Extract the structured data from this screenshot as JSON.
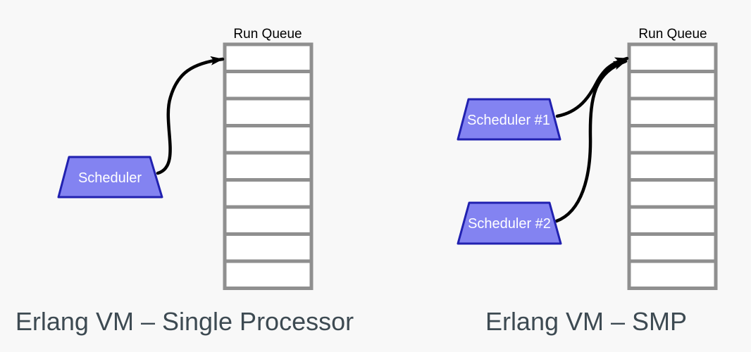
{
  "panels": [
    {
      "caption": "Erlang VM – Single Processor",
      "queue_label": "Run Queue",
      "queue": {
        "cells": 9
      },
      "schedulers": [
        {
          "label": "Scheduler"
        }
      ]
    },
    {
      "caption": "Erlang VM – SMP",
      "queue_label": "Run Queue",
      "queue": {
        "cells": 9
      },
      "schedulers": [
        {
          "label": "Scheduler #1"
        },
        {
          "label": "Scheduler #2"
        }
      ]
    }
  ],
  "colors": {
    "background": "#f8f8f8",
    "queue_border": "#8f8f8f",
    "cell_fill": "#ffffff",
    "scheduler_fill": "#8383f1",
    "scheduler_border": "#2121b0",
    "scheduler_text": "#ffffff",
    "arrow": "#000000",
    "label_text": "#000000",
    "caption_text": "#3d4a52"
  }
}
